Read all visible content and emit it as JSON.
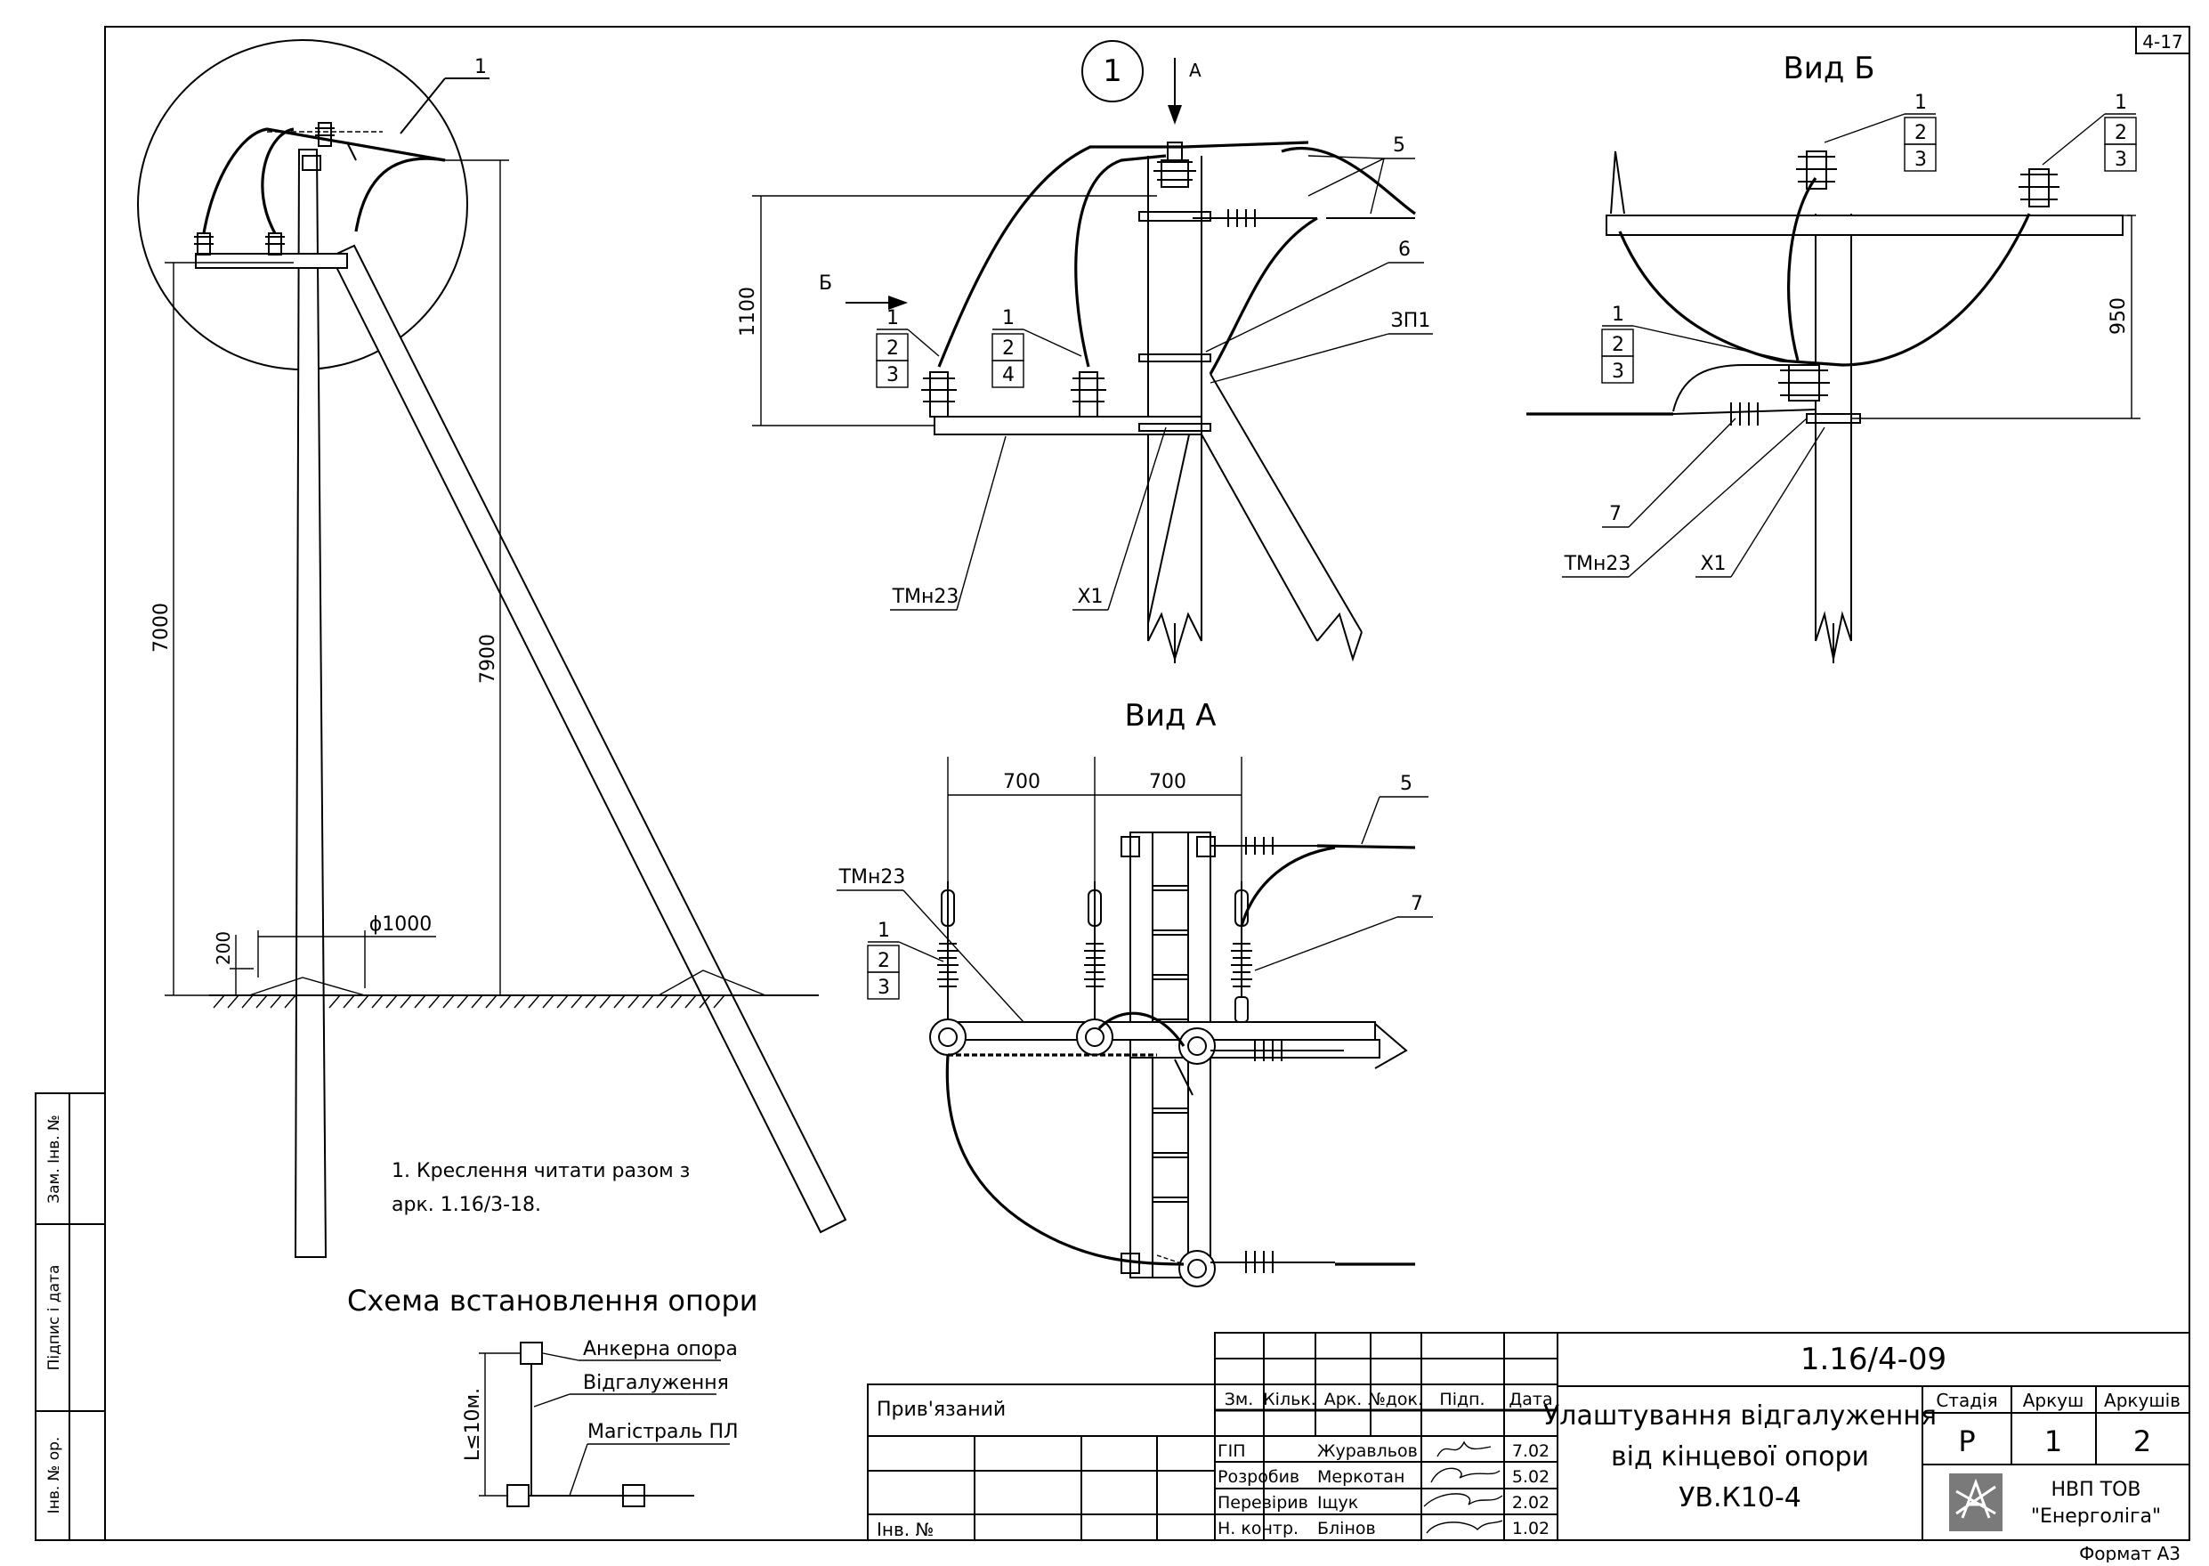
{
  "sheet_ref": "4-17",
  "format": "Формат А3",
  "side_labels": [
    "Зам. Інв. №",
    "Підпис і дата",
    "Інв. № ор."
  ],
  "detail_circle_no": "1",
  "callouts": {
    "p1": "1",
    "p2": "2",
    "p3": "3",
    "p4": "4",
    "p5": "5",
    "p6": "6",
    "p7": "7",
    "tmn23": "ТМн23",
    "x1": "Х1",
    "zp1": "ЗП1"
  },
  "arrows": {
    "a": "А",
    "b": "Б"
  },
  "view_a_title": "Вид А",
  "view_b_title": "Вид Б",
  "dims": {
    "d7000": "7000",
    "d7900": "7900",
    "d200": "200",
    "d1000": "ϕ1000",
    "d1100": "1100",
    "d950": "950",
    "d700a": "700",
    "d700b": "700"
  },
  "note": [
    "1. Креслення читати разом з",
    "арк. 1.16/3-18."
  ],
  "scheme": {
    "title": "Схема встановлення опори",
    "anchor": "Анкерна опора",
    "branch": "Відгалуження",
    "main": "Магістраль ПЛ",
    "distance": "L≤10м."
  },
  "title_block": {
    "doc_number": "1.16/4-09",
    "title_lines": [
      "Улаштування відгалуження",
      "від кінцевої опори",
      "УВ.К10-4"
    ],
    "bound": "Прив'язаний",
    "inv_no": "Інв. №",
    "headers": [
      "Зм.",
      "Кільк.",
      "Арк.",
      "№док.",
      "Підп.",
      "Дата"
    ],
    "roles": [
      {
        "role": "ГІП",
        "name": "Журавльов",
        "date": "7.02"
      },
      {
        "role": "Розробив",
        "name": "Меркотан",
        "date": "5.02"
      },
      {
        "role": "Перевірив",
        "name": "Іщук",
        "date": "2.02"
      },
      {
        "role": "Н. контр.",
        "name": "Блінов",
        "date": "1.02"
      }
    ],
    "stage_label": "Стадія",
    "sheet_label": "Аркуш",
    "sheets_label": "Аркушів",
    "stage": "Р",
    "sheet": "1",
    "sheets": "2",
    "company": [
      "НВП ТОВ",
      "\"Енерголіга\""
    ]
  }
}
